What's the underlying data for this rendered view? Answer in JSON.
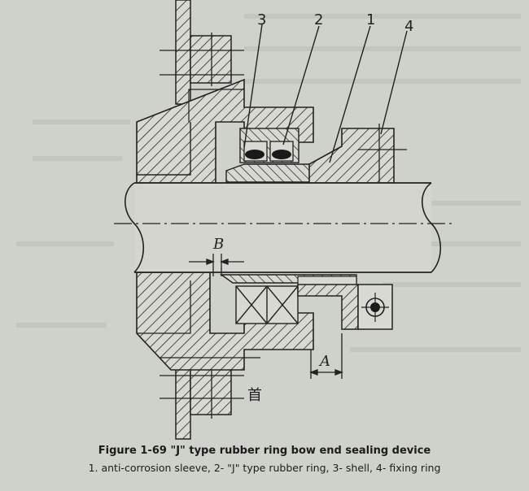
{
  "callouts": {
    "n3": "3",
    "n2": "2",
    "n1": "1",
    "n4": "4",
    "dim_b": "B",
    "dim_a": "A",
    "first_char": "首"
  },
  "caption": {
    "title": "Figure 1-69 \"J\" type rubber ring bow end sealing device",
    "subtitle": "1. anti-corrosion sleeve, 2- \"J\" type rubber ring, 3- shell, 4- fixing ring"
  }
}
